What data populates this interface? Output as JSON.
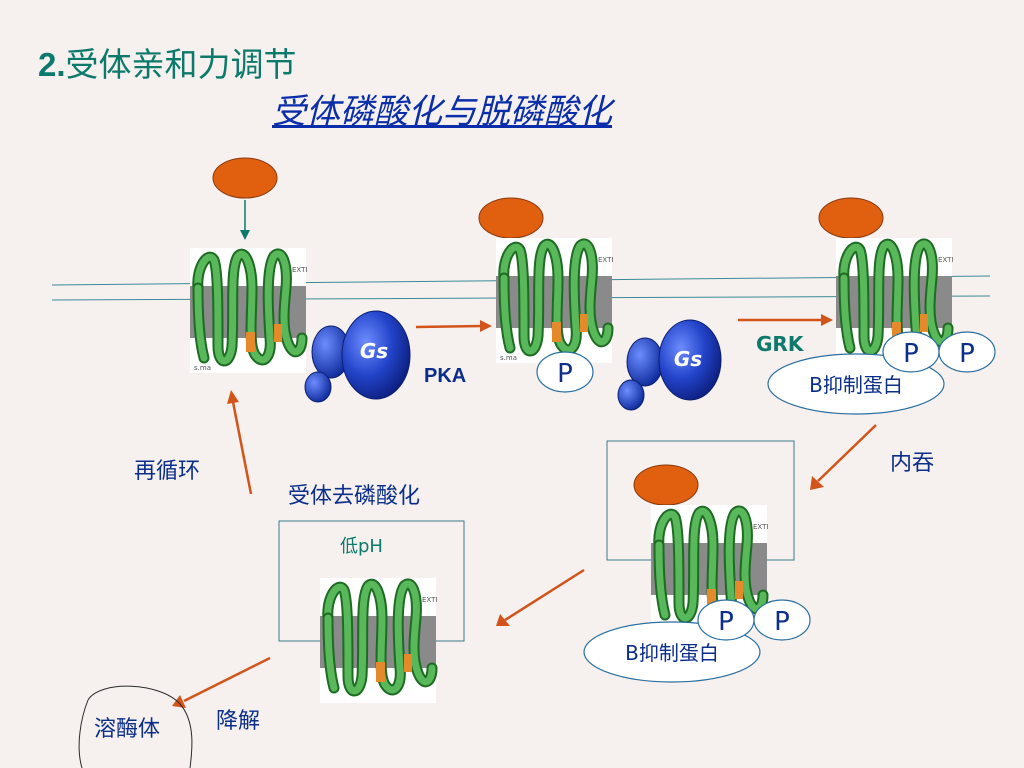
{
  "title": {
    "number": "2.",
    "text": "受体亲和力调节"
  },
  "subtitle": "受体磷酸化与脱磷酸化",
  "receptor_panel_tag": "EXTI",
  "receptor_panel_code": "s.ma",
  "gs_label": "Gs",
  "phosphate_label": "P",
  "labels": {
    "pka": "PKA",
    "grk": "GRK",
    "arrestin": "B抑制蛋白",
    "endocytosis": "内吞",
    "dephosphorylation": "受体去磷酸化",
    "low_ph": "低pH",
    "recycle": "再循环",
    "lysosome": "溶酶体",
    "degradation": "降解"
  },
  "colors": {
    "ligand": "#e0600f",
    "helix": "#58b85a",
    "helix_stroke": "#1e6b24",
    "membrane_band": "#8a8a8a",
    "gs_body": "#1a3fbf",
    "arrow": "#d2541a",
    "teal_arrow": "#0b7a6b"
  }
}
